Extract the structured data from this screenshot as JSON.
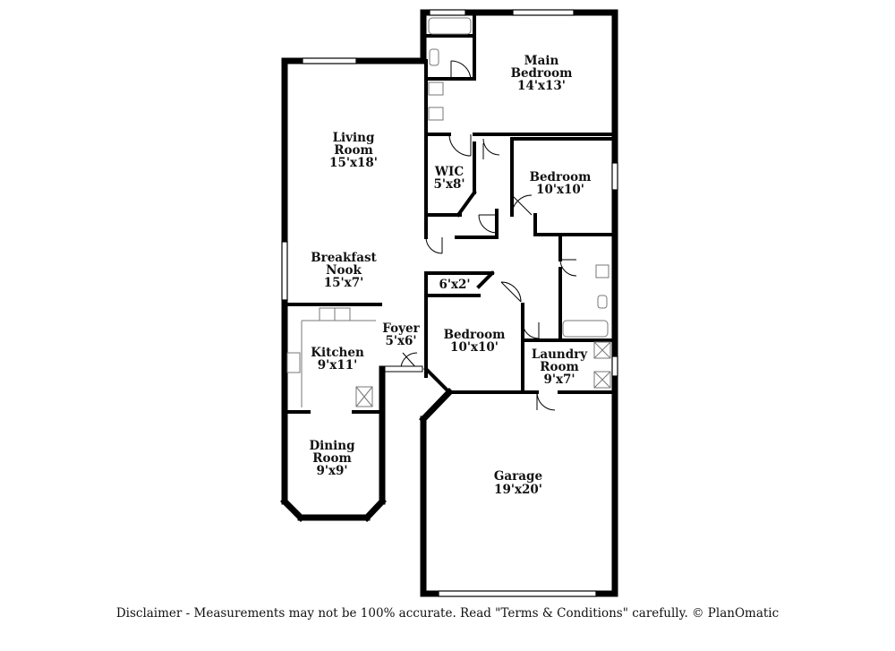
{
  "rooms": {
    "main_bedroom": {
      "name_line1": "Main",
      "name_line2": "Bedroom",
      "size": "14'x13'"
    },
    "living_room": {
      "name_line1": "Living",
      "name_line2": "Room",
      "size": "15'x18'"
    },
    "wic": {
      "name": "WIC",
      "size": "5'x8'"
    },
    "bedroom_2": {
      "name": "Bedroom",
      "size": "10'x10'"
    },
    "breakfast_nook": {
      "name_line1": "Breakfast",
      "name_line2": "Nook",
      "size": "15'x7'"
    },
    "closet": {
      "size": "6'x2'"
    },
    "foyer": {
      "name": "Foyer",
      "size": "5'x6'"
    },
    "kitchen": {
      "name": "Kitchen",
      "size": "9'x11'"
    },
    "bedroom_3": {
      "name": "Bedroom",
      "size": "10'x10'"
    },
    "laundry_room": {
      "name_line1": "Laundry",
      "name_line2": "Room",
      "size": "9'x7'"
    },
    "dining_room": {
      "name_line1": "Dining",
      "name_line2": "Room",
      "size": "9'x9'"
    },
    "garage": {
      "name": "Garage",
      "size": "19'x20'"
    }
  },
  "disclaimer": "Disclaimer - Measurements may not be 100% accurate. Read \"Terms & Conditions\" carefully. © PlanOmatic",
  "colors": {
    "wall": "#000000",
    "fixture": "#777777",
    "text": "#111111",
    "background": "#ffffff"
  }
}
